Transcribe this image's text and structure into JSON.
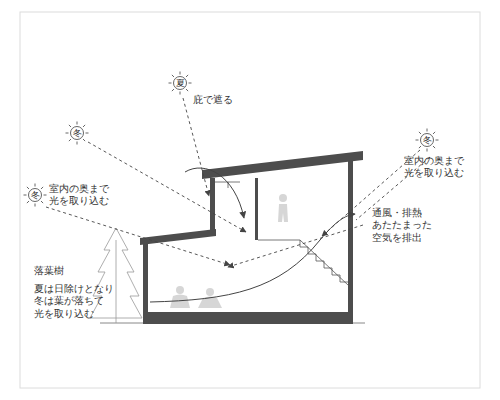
{
  "diagram": {
    "nodes": [
      {
        "text": [
          "夏"
        ]
      },
      {
        "text": [
          "冬"
        ]
      },
      {
        "text": [
          "冬"
        ]
      },
      {
        "text": [
          "冬"
        ]
      }
    ],
    "labels": [
      "庇で遮る",
      "室内の奥まで 光を取り込む",
      "室内の奥まで 光を取り込む",
      "通風・排熱 あたたまった 空気を排出",
      "落葉樹",
      "夏は日除けとなり 冬は葉が落ちて 光を取り込む"
    ]
  }
}
